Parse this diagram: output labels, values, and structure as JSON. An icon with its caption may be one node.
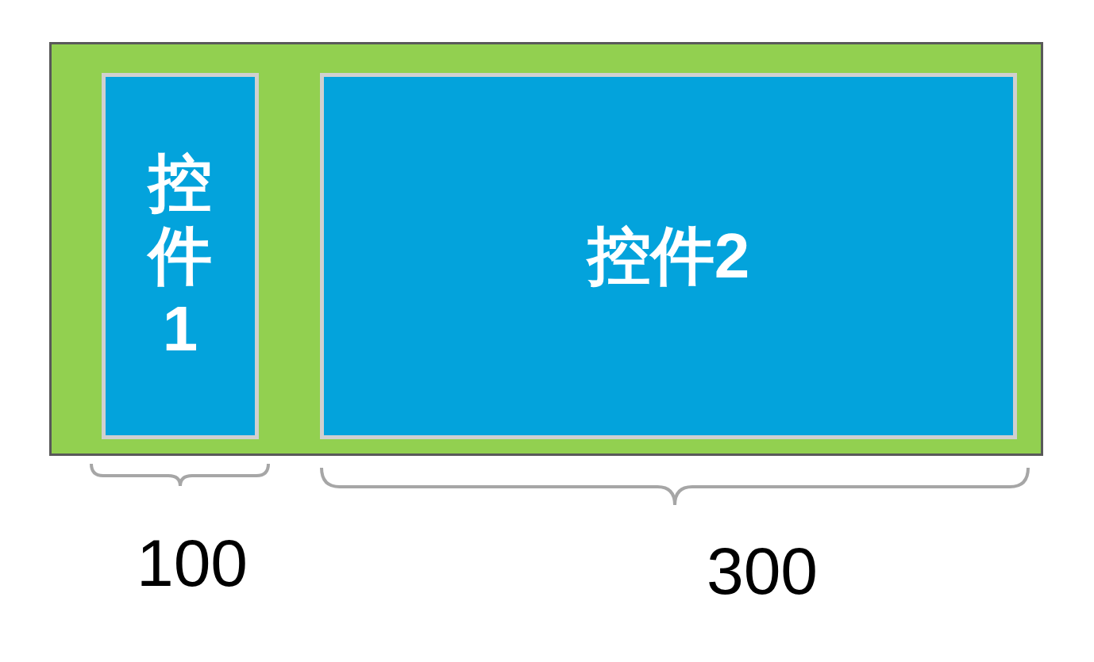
{
  "diagram": {
    "nodes": [
      {
        "text": [],
        "shape": "box"
      },
      {
        "text": [
          "控件1"
        ],
        "in": 0
      },
      {
        "text": [
          "控件2"
        ],
        "in": 0
      }
    ],
    "edges": [],
    "labels": [
      "100",
      "300"
    ]
  }
}
